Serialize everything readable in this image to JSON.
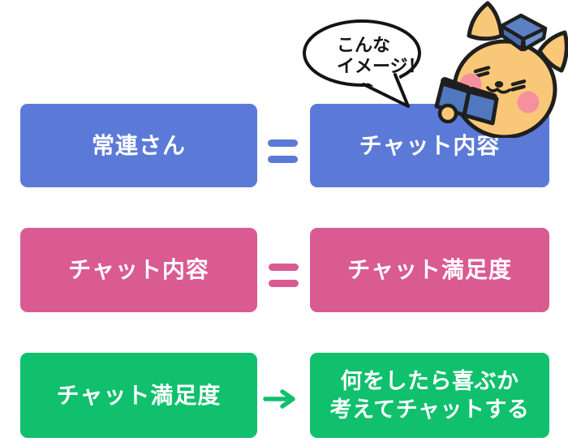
{
  "bubble": {
    "line1": "こんな",
    "line2": "イメージ！"
  },
  "mascot": {
    "name": "fox-reading-book-mascot"
  },
  "rows": [
    {
      "left_label": "常連さん",
      "connector": "equals",
      "right_label": "チャット内容",
      "color": "#5b7ad8"
    },
    {
      "left_label": "チャット内容",
      "connector": "equals",
      "right_label": "チャット満足度",
      "color": "#da5a92"
    },
    {
      "left_label": "チャット満足度",
      "connector": "arrow",
      "right_label_line1": "何をしたら喜ぶか",
      "right_label_line2": "考えてチャットする",
      "color": "#10c06d"
    }
  ],
  "colors": {
    "box_blue": "#5b7ad8",
    "box_pink": "#da5a92",
    "box_green": "#10c06d",
    "box_label_text": "#ffffff",
    "outline_black": "#1f1f1f",
    "bubble_fill": "#ffffff",
    "mascot_body": "#f8c878",
    "mascot_cheek": "#f5919e",
    "book_blue": "#5078be",
    "cap_blue": "#5b81c4"
  }
}
